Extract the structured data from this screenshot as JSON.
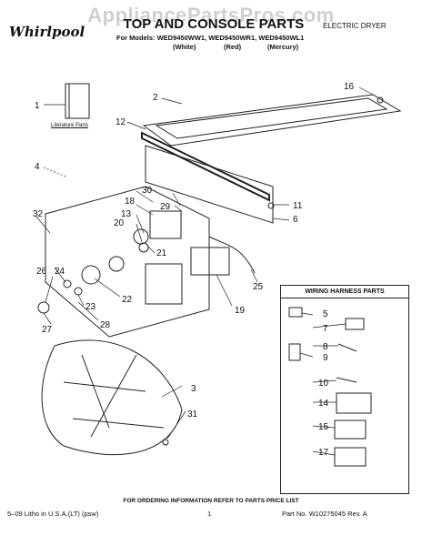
{
  "watermark": "AppliancePartsPros.com",
  "logo": "Whirlpool",
  "title": "TOP AND CONSOLE PARTS",
  "header_right": "ELECTRIC DRYER",
  "models": "For Models: WED9450WW1, WED9450WR1, WED9450WL1",
  "variants": [
    "(White)",
    "(Red)",
    "(Mercury)"
  ],
  "literature_label": "Literature Parts",
  "harness_title": "WIRING HARNESS PARTS",
  "callouts": [
    "1",
    "2",
    "3",
    "4",
    "5",
    "6",
    "7",
    "8",
    "9",
    "10",
    "11",
    "12",
    "13",
    "14",
    "15",
    "16",
    "17",
    "18",
    "19",
    "20",
    "21",
    "22",
    "23",
    "24",
    "25",
    "26",
    "27",
    "28",
    "29",
    "30",
    "31",
    "32"
  ],
  "footer": {
    "center": "FOR ORDERING INFORMATION REFER TO PARTS PRICE LIST",
    "left": "5–09 Litho in U.S.A.(LT) (psw)",
    "page": "1",
    "part_no": "Part No. W10275045 Rev. A"
  }
}
